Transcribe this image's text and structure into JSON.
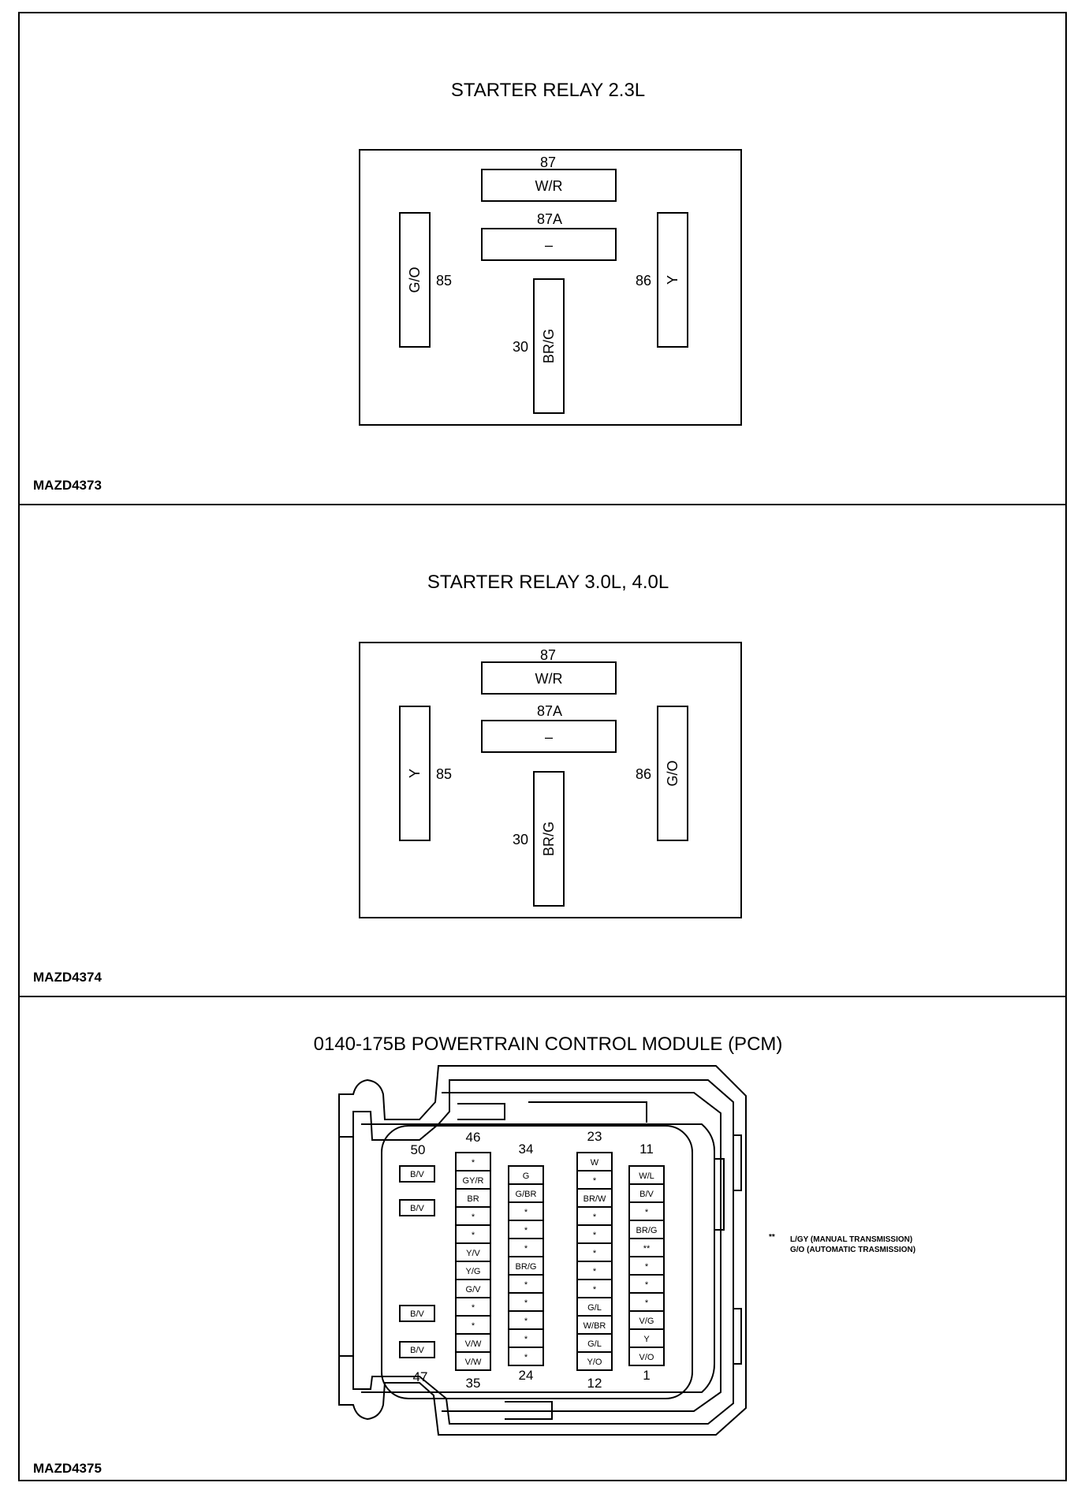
{
  "panels": [
    {
      "title": "STARTER RELAY 2.3L",
      "figure_id": "MAZD4373",
      "relay": {
        "pin87": {
          "number": "87",
          "wire": "W/R"
        },
        "pin87a": {
          "number": "87A",
          "wire": "–"
        },
        "pin85": {
          "number": "85",
          "wire": "G/O"
        },
        "pin86": {
          "number": "86",
          "wire": "Y"
        },
        "pin30": {
          "number": "30",
          "wire": "BR/G"
        }
      }
    },
    {
      "title": "STARTER RELAY 3.0L, 4.0L",
      "figure_id": "MAZD4374",
      "relay": {
        "pin87": {
          "number": "87",
          "wire": "W/R"
        },
        "pin87a": {
          "number": "87A",
          "wire": "–"
        },
        "pin85": {
          "number": "85",
          "wire": "Y"
        },
        "pin86": {
          "number": "86",
          "wire": "G/O"
        },
        "pin30": {
          "number": "30",
          "wire": "BR/G"
        }
      }
    },
    {
      "title": "0140-175B POWERTRAIN CONTROL MODULE (PCM)",
      "figure_id": "MAZD4375",
      "pcm": {
        "left_column": {
          "top_number": "50",
          "bottom_number": "47",
          "cells": [
            "B/V",
            "B/V",
            "B/V",
            "B/V"
          ]
        },
        "columns": [
          {
            "top": "46",
            "bottom": "35",
            "cells": [
              "*",
              "GY/R",
              "BR",
              "*",
              "*",
              "Y/V",
              "Y/G",
              "G/V",
              "*",
              "*",
              "V/W",
              "V/W"
            ]
          },
          {
            "top": "34",
            "bottom": "24",
            "cells": [
              "G",
              "G/BR",
              "*",
              "*",
              "*",
              "BR/G",
              "*",
              "*",
              "*",
              "*",
              "*"
            ]
          },
          {
            "top": "23",
            "bottom": "12",
            "cells": [
              "W",
              "*",
              "BR/W",
              "*",
              "*",
              "*",
              "*",
              "*",
              "G/L",
              "W/BR",
              "G/L",
              "Y/O"
            ]
          },
          {
            "top": "11",
            "bottom": "1",
            "cells": [
              "W/L",
              "B/V",
              "*",
              "BR/G",
              "**",
              "*",
              "*",
              "*",
              "V/G",
              "Y",
              "V/O"
            ]
          }
        ],
        "note": {
          "marker": "**",
          "line1": "L/GY (MANUAL TRANSMISSION)",
          "line2": "G/O (AUTOMATIC TRASMISSION)"
        }
      }
    }
  ]
}
